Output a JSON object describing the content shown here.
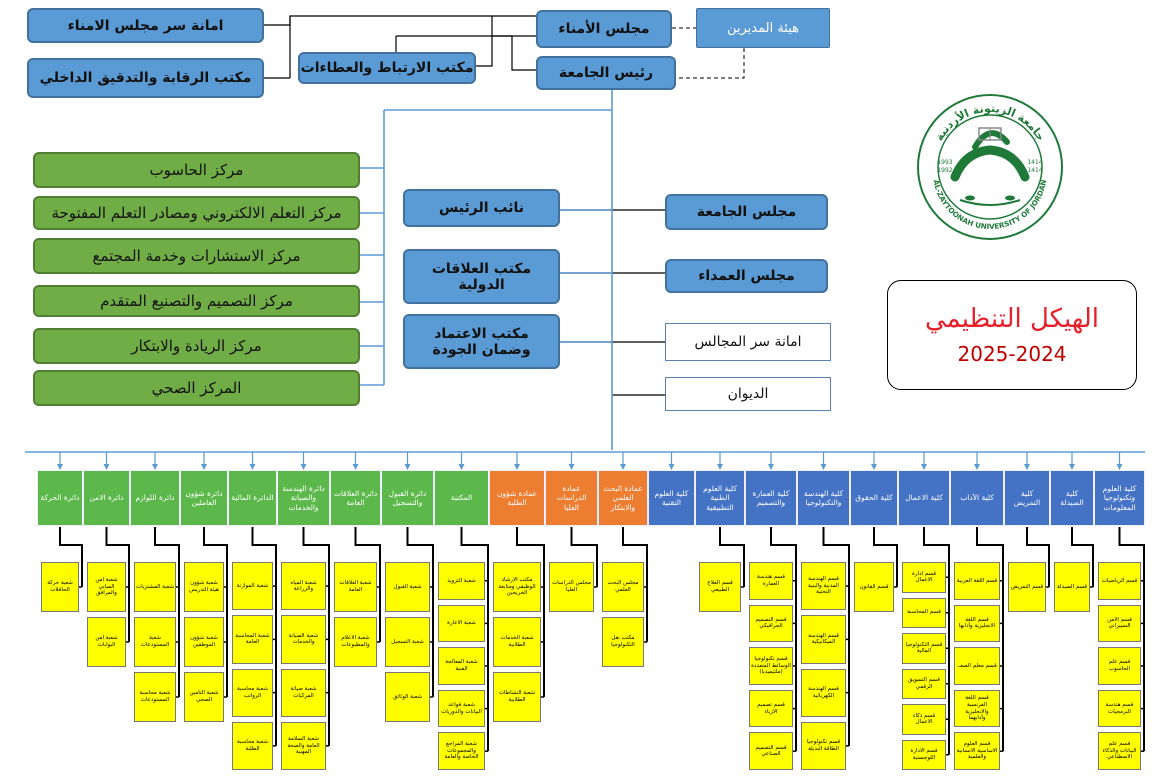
{
  "title": {
    "main": "الهيكل التنظيمي",
    "year": "2025-2024"
  },
  "logo": {
    "arabic_text": "جامعة الزيتونة الأردنية",
    "english_text": "AL-ZAYTOONAH UNIVERSITY OF JORDAN",
    "year_left_a": "1993",
    "year_left_b": "1992",
    "year_right_a": "1414",
    "year_right_b": "1414",
    "colors": {
      "green": "#1f7a3a",
      "gray": "#888888"
    }
  },
  "top": {
    "board_directors": "هيئة المديرين",
    "board_trustees": "مجلس الأمناء",
    "trustees_secretariat": "امانة سر مجلس الامناء",
    "audit_office": "مكتب الرقابة والتدقيق الداخلي",
    "liaison_office": "مكتب الارتباط والعطاءات",
    "president": "رئيس الجامعة"
  },
  "middle": {
    "vice_president": "نائب الرئيس",
    "intl_relations": "مكتب العلاقات الدولية",
    "accreditation": "مكتب الاعتماد وضمان الجودة",
    "university_council": "مجلس الجامعة",
    "deans_council": "مجلس العمداء",
    "councils_secretariat": "امانة سر المجالس",
    "diwan": "الديوان"
  },
  "centers": [
    "مركز الحاسوب",
    "مركز التعلم الالكتروني ومصادر التعلم المفتوحة",
    "مركز الاستشارات وخدمة المجتمع",
    "مركز التصميم والتصنيع المتقدم",
    "مركز الريادة والابتكار",
    "المركز الصحي"
  ],
  "columns": [
    {
      "label": "دائرة الحركة",
      "color": "green",
      "subs": [
        "شعبة حركة الحافلات"
      ]
    },
    {
      "label": "دائرة الامن",
      "color": "green",
      "subs": [
        "شعبة امن المباني والمرافق",
        "شعبة امن البوابات"
      ]
    },
    {
      "label": "دائرة اللوازم",
      "color": "green",
      "subs": [
        "شعبة المشتريات",
        "شعبة المستودعات",
        "شعبة محاسبة المستودعات"
      ]
    },
    {
      "label": "دائرة شؤون العاملين",
      "color": "green",
      "subs": [
        "شعبة شؤون هيئة التدريس",
        "شعبة شؤون الموظفين",
        "شعبة التامين الصحي"
      ]
    },
    {
      "label": "الدائرة المالية",
      "color": "green",
      "subs": [
        "شعبة الموازنة",
        "شعبة المحاسبة العامة",
        "شعبة محاسبة الرواتب",
        "شعبة محاسبة الطلبة"
      ]
    },
    {
      "label": "دائرة الهندسة والصيانة والخدمات",
      "color": "green",
      "subs": [
        "شعبة المياه والزراعة",
        "شعبة الصيانة والخدمات",
        "شعبة صيانة المركبات",
        "شعبة السلامة العامة والصحة المهنية"
      ]
    },
    {
      "label": "دائرة العلاقات العامة",
      "color": "green",
      "subs": [
        "شعبة العلاقات العامة",
        "شعبة الاعلام والمطبوعات"
      ]
    },
    {
      "label": "دائرة القبول والتسجيل",
      "color": "green",
      "subs": [
        "شعبة القبول",
        "شعبة التسجيل",
        "شعبة الوثائق"
      ]
    },
    {
      "label": "المكتبة",
      "color": "green",
      "subs": [
        "شعبة التزويد",
        "شعبة الاعارة",
        "شعبة المعالجة الفنية",
        "شعبة قواعد البيانات والدوريات",
        "شعبة المراجع والمجموعات الخاصة والعامة"
      ]
    },
    {
      "label": "عمادة شؤون الطلبة",
      "color": "orange",
      "subs": [
        "مكتب الارشاد الوظيفي ومتابعة الخريجين",
        "شعبة الخدمات الطلابية",
        "شعبة النشاطات الطلابية"
      ]
    },
    {
      "label": "عمادة الدراسات العليا",
      "color": "orange",
      "subs": [
        "مجلس الدراسات العليا"
      ]
    },
    {
      "label": "عمادة البحث العلمي والابتكار",
      "color": "orange",
      "subs": [
        "مجلس البحث العلمي",
        "مكتب نقل التكنولوجيا"
      ]
    },
    {
      "label": "كلية العلوم التقنية",
      "color": "blue",
      "subs": []
    },
    {
      "label": "كلية العلوم الطبية التطبيقية",
      "color": "blue",
      "subs": [
        "قسم العلاج الطبيعي"
      ]
    },
    {
      "label": "كلية العمارة والتصميم",
      "color": "blue",
      "subs": [
        "قسم هندسة العمارة",
        "قسم التصميم الجرافيكي",
        "قسم تكنولوجيا الوسائط المتعددة (ملتيميديا)",
        "قسم تصميم الازياء",
        "قسم التصميم الصناعي"
      ]
    },
    {
      "label": "كلية الهندسة والتكنولوجيا",
      "color": "blue",
      "subs": [
        "قسم الهندسة المدنية والبنية التحتية",
        "قسم الهندسة الميكانيكية",
        "قسم الهندسة الكهربائية",
        "قسم تكنولوجيا الطاقة البديلة"
      ]
    },
    {
      "label": "كلية الحقوق",
      "color": "blue",
      "subs": [
        "قسم القانون"
      ]
    },
    {
      "label": "كلية الاعمال",
      "color": "blue",
      "subs": [
        "قسم ادارة الاعمال",
        "قسم المحاسبة",
        "قسم التكنولوجيا المالية",
        "قسم التسويق الرقمي",
        "قسم ذكاء الاعمال",
        "قسم الادارة اللوجستية"
      ]
    },
    {
      "label": "كلية الآداب",
      "color": "blue",
      "subs": [
        "قسم اللغة العربية",
        "قسم اللغة الانجليزية وآدابها",
        "قسم معلم الصف",
        "قسم اللغة الفرنسية والانجليزية وآدابهما",
        "قسم العلوم الاساسية الانسانية والعلمية"
      ]
    },
    {
      "label": "كلية التمريض",
      "color": "blue",
      "subs": [
        "قسم التمريض"
      ]
    },
    {
      "label": "كلية الصيدلة",
      "color": "blue",
      "subs": [
        "قسم الصيدلة"
      ]
    },
    {
      "label": "كلية العلوم وتكنولوجيا المعلومات",
      "color": "blue",
      "subs": [
        "قسم الرياضيات",
        "قسم الامن السيبراني",
        "قسم علم الحاسوب",
        "قسم هندسة البرمجيات",
        "قسم علم البيانات والذكاء الاصطناعي"
      ]
    }
  ]
}
